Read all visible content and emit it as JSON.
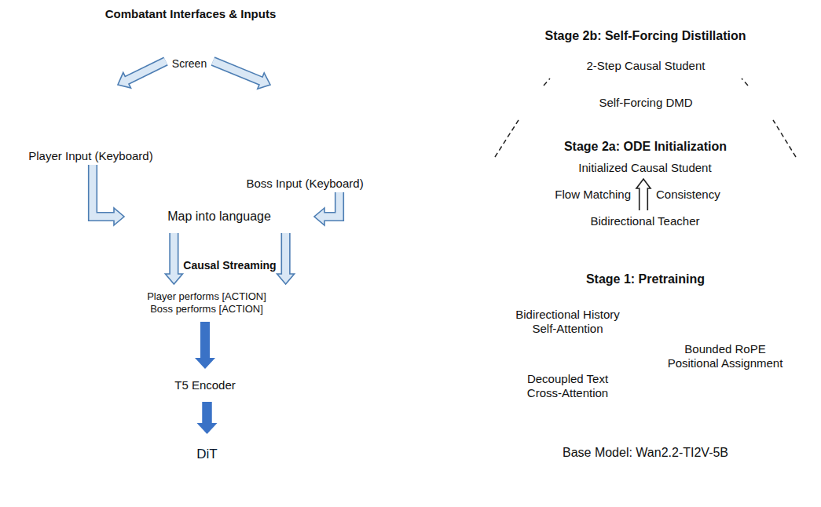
{
  "diagram": {
    "nodes": [
      {
        "text": [
          "Combatant Interfaces & Inputs"
        ]
      },
      {
        "text": [
          "Screen"
        ],
        "in": 0
      },
      {
        "text": [
          "Player Input (Keyboard)"
        ],
        "in": 0
      },
      {
        "text": [
          "Boss Input (Keyboard)"
        ],
        "in": 0
      },
      {
        "text": [
          "Map into language"
        ],
        "in": 0
      },
      {
        "text": [
          "Causal Streaming"
        ]
      },
      {
        "text": [
          "Player performs [ACTION]",
          "Boss performs [ACTION]"
        ],
        "in": 5
      },
      {
        "text": [
          "T5 Encoder"
        ],
        "in": 5
      },
      {
        "text": [
          "DiT"
        ],
        "in": 5
      },
      {
        "text": [
          "Stage 2b: Self-Forcing Distillation"
        ]
      },
      {
        "text": [
          "2-Step Causal Student"
        ],
        "in": 9
      },
      {
        "text": [
          "Self-Forcing DMD"
        ],
        "in": 9
      },
      {
        "text": [
          "Stage 2a: ODE Initialization"
        ]
      },
      {
        "text": [
          "Initialized Causal Student"
        ],
        "in": 12
      },
      {
        "text": [
          "Bidirectional Teacher"
        ],
        "in": 12
      },
      {
        "text": [
          "Stage 1: Pretraining"
        ]
      },
      {
        "text": [
          "Bidirectional History Self-Attention"
        ],
        "in": 15
      },
      {
        "text": [
          "Decoupled Text Cross-Attention"
        ],
        "in": 15
      },
      {
        "text": [
          "Bounded RoPE Positional Assignment"
        ],
        "in": 15
      },
      {
        "text": [
          "Base Model: Wan2.2-TI2V-5B"
        ]
      }
    ],
    "edges": [
      {
        "from": 1,
        "to": 2,
        "arrow": "to"
      },
      {
        "from": 1,
        "to": 3,
        "arrow": "to"
      },
      {
        "from": 2,
        "to": 4,
        "arrow": "to"
      },
      {
        "from": 3,
        "to": 4,
        "arrow": "to"
      },
      {
        "from": 4,
        "to": 6,
        "arrow": "to"
      },
      {
        "from": 4,
        "to": 6,
        "arrow": "to"
      },
      {
        "from": 6,
        "to": 7,
        "arrow": "to"
      },
      {
        "from": 7,
        "to": 8,
        "arrow": "to"
      },
      {
        "from": 14,
        "to": 13,
        "arrow": "to"
      }
    ],
    "labels": [
      "Flow Matching",
      "Consistency"
    ]
  }
}
